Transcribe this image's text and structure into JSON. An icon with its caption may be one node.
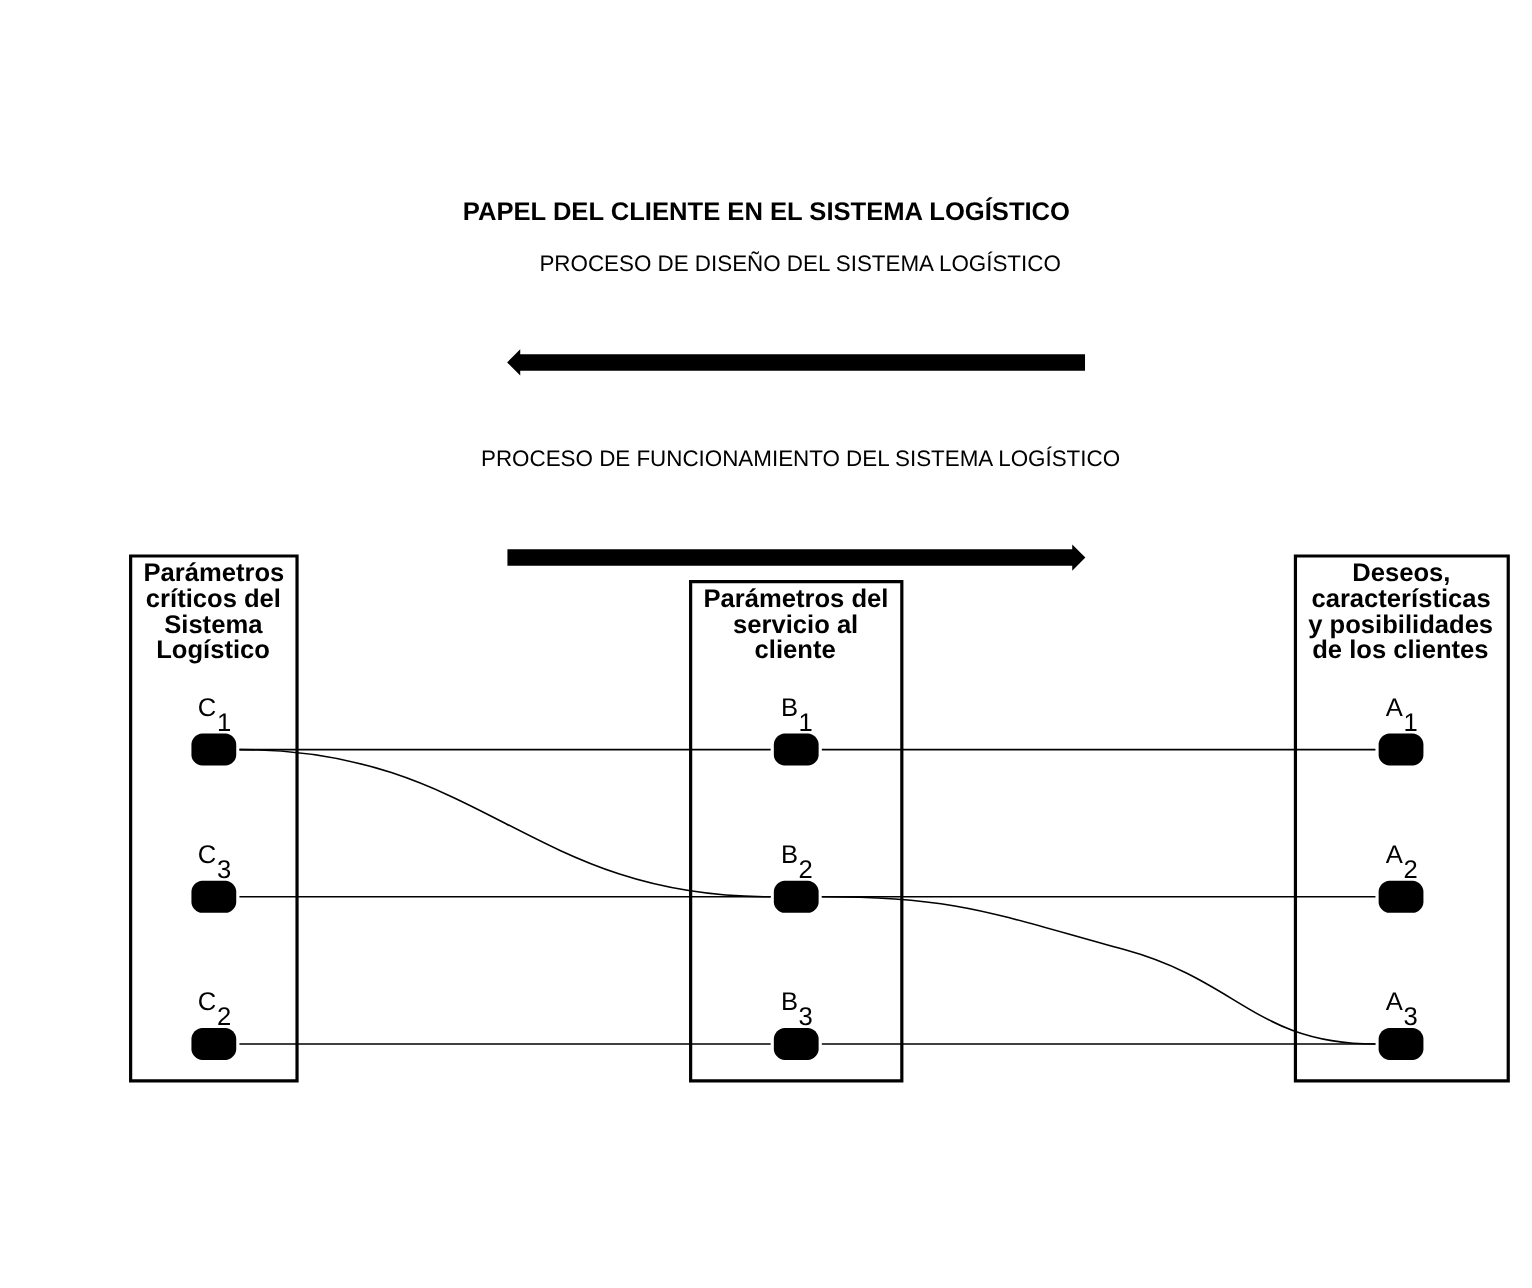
{
  "diagram": {
    "title": "PAPEL DEL CLIENTE EN EL SISTEMA LOGÍSTICO",
    "nodes": [
      {
        "text": [
          "Parámetros críticos del Sistema Logístico"
        ]
      },
      {
        "text": [
          "Parámetros del servicio al cliente"
        ]
      },
      {
        "text": [
          "Deseos, características y posibilidades de los clientes"
        ]
      },
      {
        "text": [
          "C$_{1}$"
        ],
        "in": 0
      },
      {
        "text": [
          "C$_{2}$"
        ],
        "in": 0
      },
      {
        "text": [
          "C$_{3}$"
        ],
        "in": 0
      },
      {
        "text": [
          "B$_{1}$"
        ],
        "in": 1
      },
      {
        "text": [
          "B$_{2}$"
        ],
        "in": 1
      },
      {
        "text": [
          "B$_{3}$"
        ],
        "in": 1
      },
      {
        "text": [
          "A$_{1}$"
        ],
        "in": 2
      },
      {
        "text": [
          "A$_{2}$"
        ],
        "in": 2
      },
      {
        "text": [
          "A$_{3}$"
        ],
        "in": 2
      }
    ],
    "edges": [
      {
        "from": 3,
        "to": 6,
        "arrow": "none"
      },
      {
        "from": 6,
        "to": 9,
        "arrow": "none"
      },
      {
        "from": 3,
        "to": 7,
        "arrow": "none"
      },
      {
        "from": 4,
        "to": 8,
        "arrow": "none"
      },
      {
        "from": 5,
        "to": 7,
        "arrow": "none"
      },
      {
        "from": 7,
        "to": 10,
        "arrow": "none"
      },
      {
        "from": 7,
        "to": 11,
        "arrow": "none"
      },
      {
        "from": 8,
        "to": 11,
        "arrow": "none"
      }
    ],
    "labels": [
      "PROCESO DE DISEÑO DEL SISTEMA LOGÍSTICO",
      "PROCESO DE FUNCIONAMIENTO DEL SISTEMA LOGÍSTICO"
    ]
  }
}
